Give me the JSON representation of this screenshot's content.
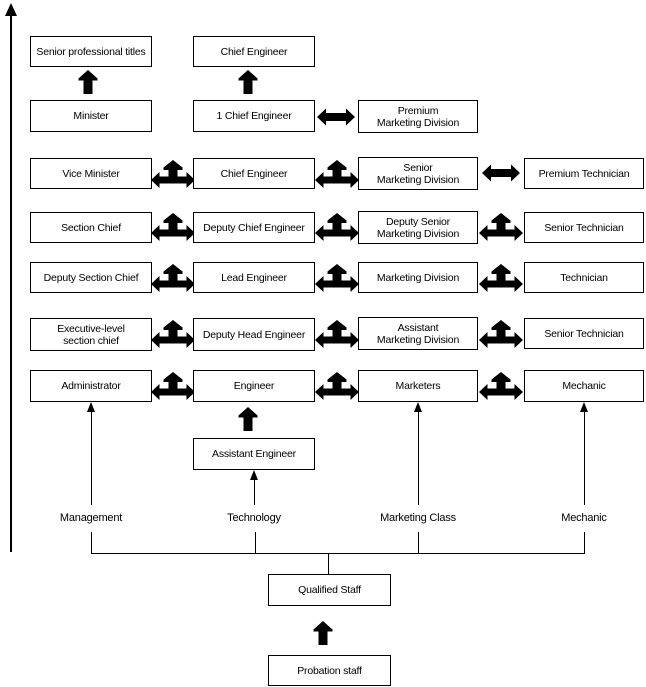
{
  "boxes": {
    "senior_professional_titles": "Senior professional titles",
    "chief_engineer_top": "Chief Engineer",
    "minister": "Minister",
    "first_chief_engineer": "1 Chief Engineer",
    "premium_marketing_division": "Premium\nMarketing Division",
    "vice_minister": "Vice Minister",
    "chief_engineer": "Chief Engineer",
    "senior_marketing_division": "Senior\nMarketing Division",
    "premium_technician": "Premium Technician",
    "section_chief": "Section Chief",
    "deputy_chief_engineer": "Deputy Chief Engineer",
    "deputy_senior_marketing_division": "Deputy Senior\nMarketing Division",
    "senior_technician_upper": "Senior Technician",
    "deputy_section_chief": "Deputy Section Chief",
    "lead_engineer": "Lead Engineer",
    "marketing_division": "Marketing Division",
    "technician": "Technician",
    "executive_level_section_chief": "Executive-level\nsection chief",
    "deputy_head_engineer": "Deputy Head Engineer",
    "assistant_marketing_division": "Assistant\nMarketing Division",
    "senior_technician_lower": "Senior Technician",
    "administrator": "Administrator",
    "engineer": "Engineer",
    "marketers": "Marketers",
    "mechanic": "Mechanic",
    "assistant_engineer": "Assistant Engineer",
    "qualified_staff": "Qualified Staff",
    "probation_staff": "Probation staff"
  },
  "track_labels": {
    "management": "Management",
    "technology": "Technology",
    "marketing_class": "Marketing Class",
    "mechanic": "Mechanic"
  },
  "colors": {
    "line": "#000000",
    "background": "#ffffff",
    "box_fill": "#ffffff"
  }
}
